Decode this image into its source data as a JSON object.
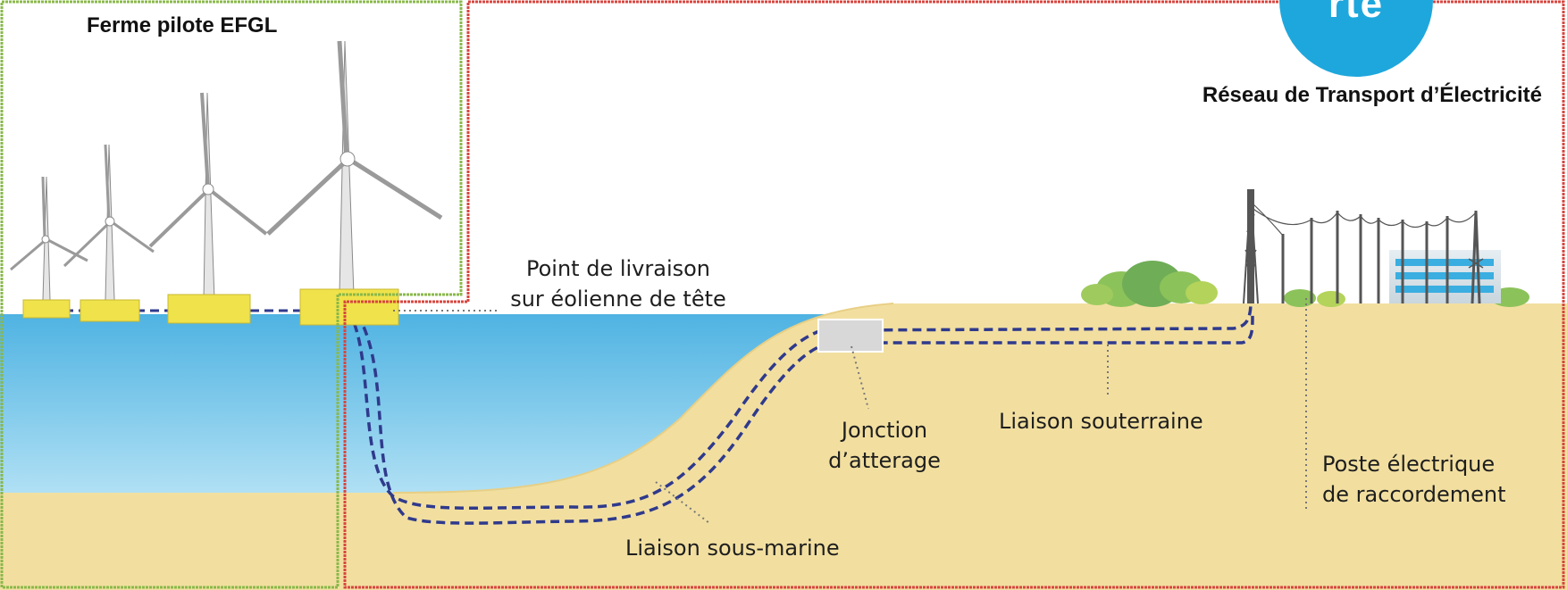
{
  "zones": {
    "efgl": {
      "title": "Ferme pilote EFGL",
      "color": "#8ab84a"
    },
    "rte": {
      "title": "Réseau de Transport d’Électricité",
      "color": "#d7463f"
    }
  },
  "logo": {
    "text": "rte",
    "color": "#1ea7dc"
  },
  "labels": {
    "point_livraison": [
      "Point de livraison",
      "sur éolienne de tête"
    ],
    "jonction": [
      "Jonction",
      "d’atterage"
    ],
    "souterraine": "Liaison souterraine",
    "sous_marine": "Liaison sous-marine",
    "poste": [
      "Poste électrique",
      "de raccordement"
    ]
  },
  "colors": {
    "sea_top": "#55b6e3",
    "sea_bottom": "#a9dcf2",
    "sand": "#f2dfa0",
    "cable": "#2f3a8c",
    "turbine_float": "#f0e24a",
    "vegetation": "#7fb84e",
    "pylon": "#5a5a5a"
  }
}
